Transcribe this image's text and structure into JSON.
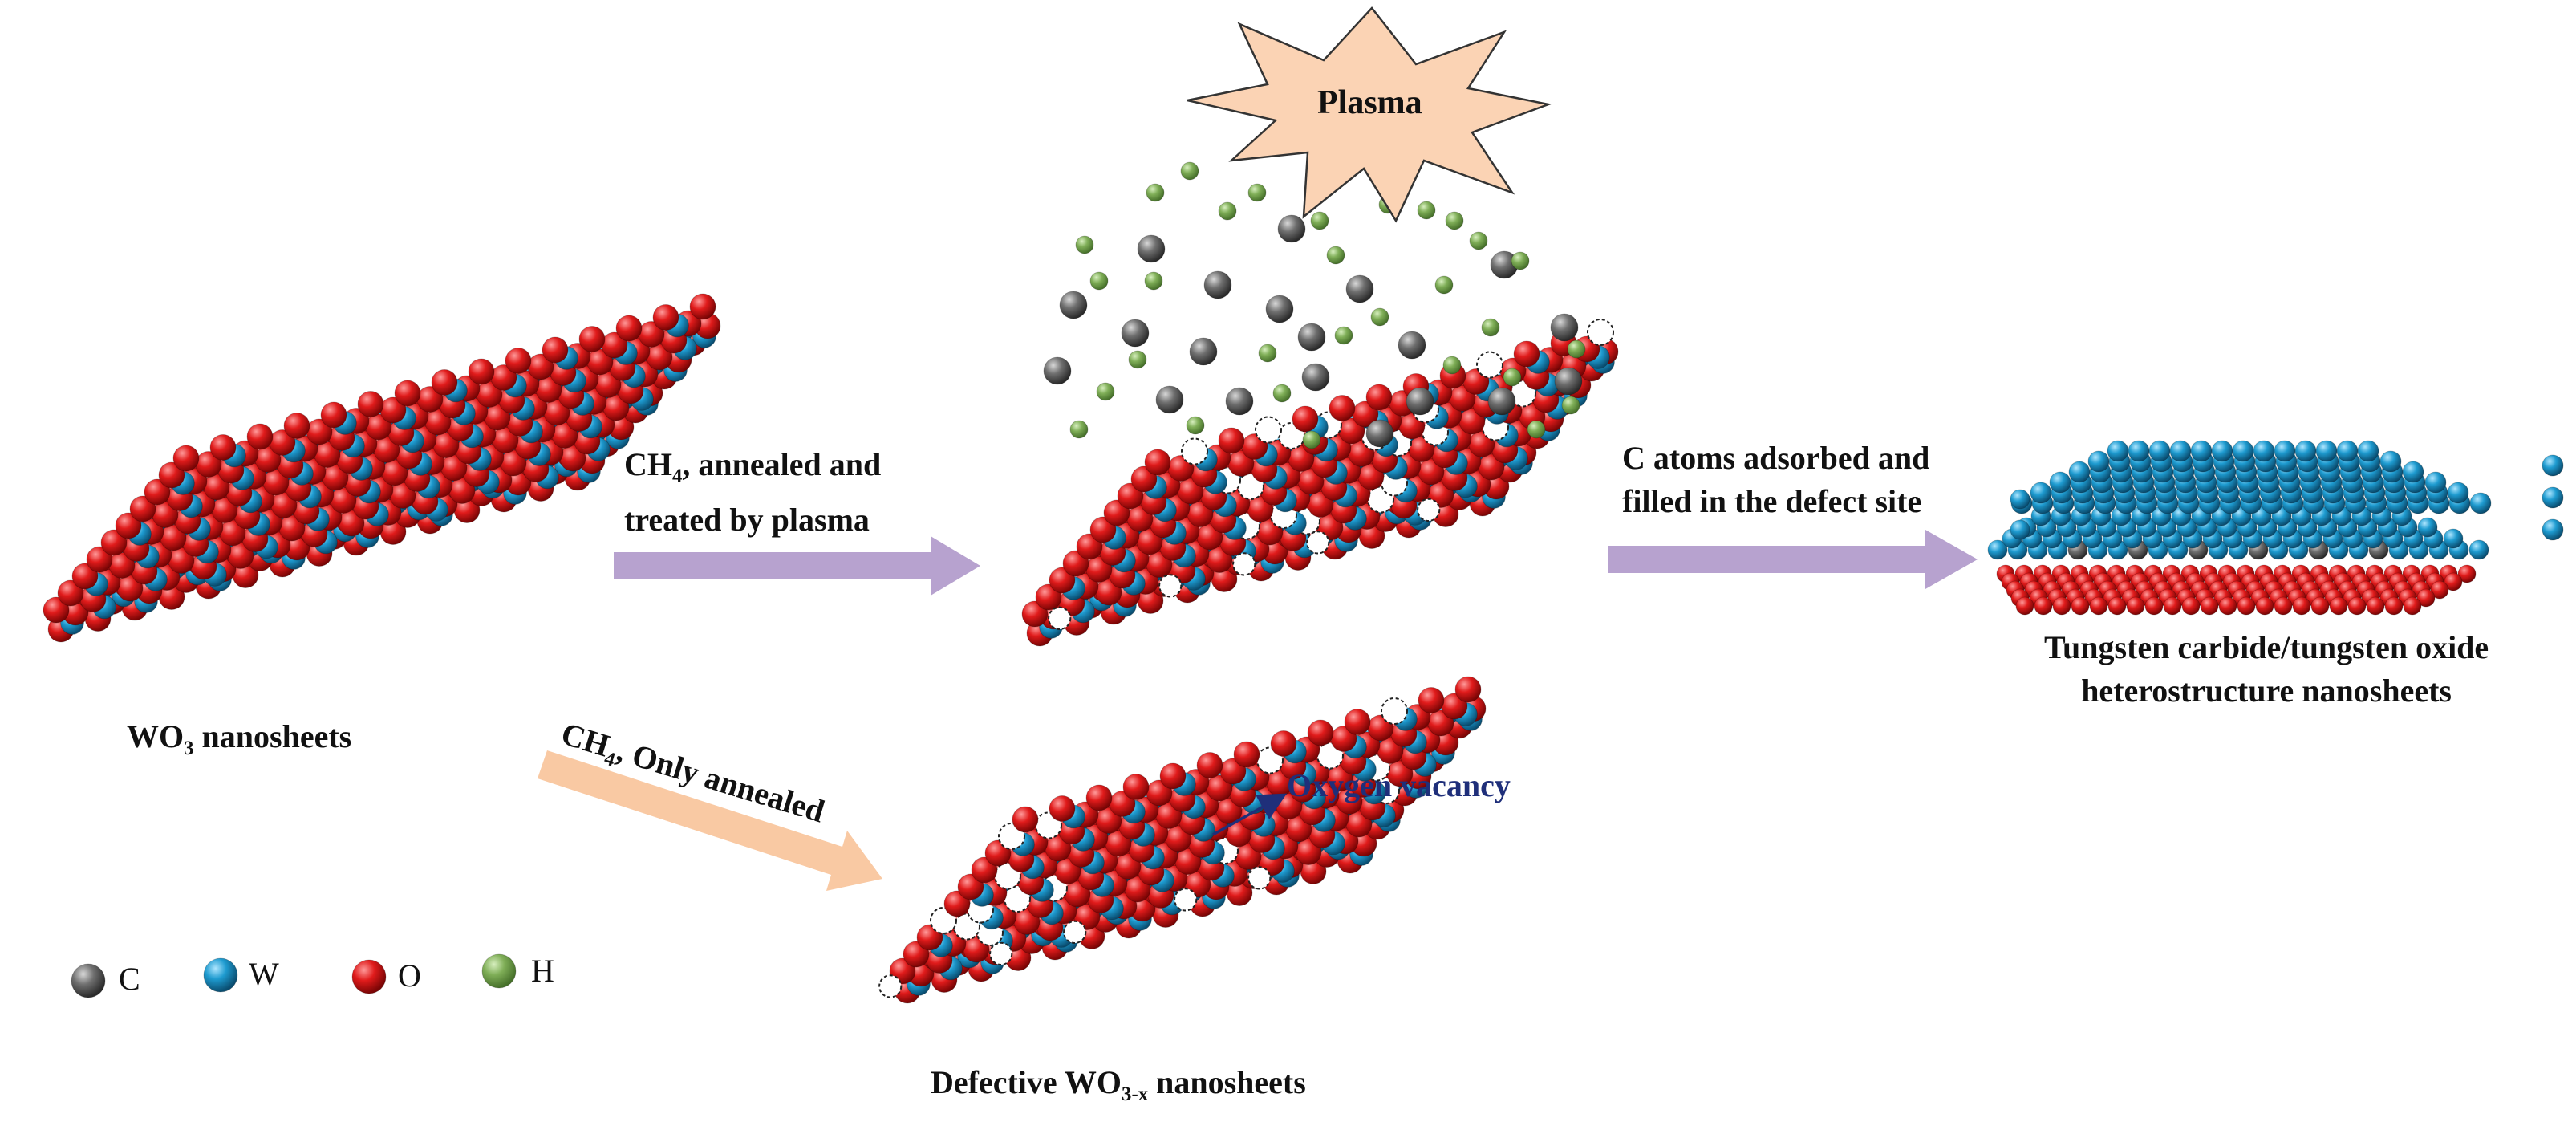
{
  "labels": {
    "wo3": {
      "main": "WO",
      "sub": "3",
      "rest": " nanosheets"
    },
    "step1": {
      "line1_main": "CH",
      "line1_sub": "4",
      "line1_rest": ",  annealed and",
      "line2": "treated by plasma"
    },
    "step2": {
      "line1": "C atoms adsorbed and",
      "line2": "filled in the defect site"
    },
    "step3": {
      "main": "CH",
      "sub": "4",
      "rest": ",  Only annealed"
    },
    "plasma": "Plasma",
    "oxygen_vacancy": "Oxygen vacancy",
    "product": {
      "line1": "Tungsten carbide/tungsten oxide",
      "line2": "heterostructure nanosheets"
    },
    "defective": {
      "main": "Defective WO",
      "sub": "3-x",
      "rest": " nanosheets"
    }
  },
  "legend": [
    {
      "symbol": "C",
      "color": "#6f6f6f",
      "icon": "carbon-atom-icon"
    },
    {
      "symbol": "W",
      "color": "#1e9bd0",
      "icon": "tungsten-atom-icon"
    },
    {
      "symbol": "O",
      "color": "#e01b1b",
      "icon": "oxygen-atom-icon"
    },
    {
      "symbol": "H",
      "color": "#7fae57",
      "icon": "hydrogen-atom-icon"
    }
  ],
  "colors": {
    "carbon": "#6f6f6f",
    "tungsten": "#1e9bd0",
    "oxygen": "#e01b1b",
    "hydrogen": "#7fae57",
    "vacancy": "#ffffff",
    "arrow_purple": "#b7a2cf",
    "arrow_orange": "#f9c9a3",
    "plasma_fill": "#fbd3b4",
    "vacancy_label": "#1f2f7a"
  }
}
